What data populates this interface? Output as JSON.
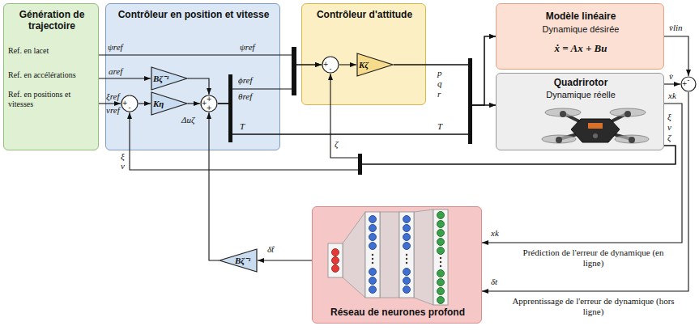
{
  "diagram": {
    "nodes": [
      {
        "text": [
          "Génération de trajectoire",
          "Ref. en lacet",
          "Ref. en accélérations",
          "Ref. en positions et vitesses"
        ]
      },
      {
        "text": [
          "Contrôleur en position et vitesse"
        ]
      },
      {
        "text": [
          "+",
          "-"
        ],
        "in": 1
      },
      {
        "text": [
          "Bζ⁻¹"
        ],
        "in": 1
      },
      {
        "text": [
          "Kη"
        ],
        "in": 1
      },
      {
        "text": [
          "+",
          "+",
          "+"
        ],
        "in": 1
      },
      {
        "text": [
          "Contrôleur d'attitude"
        ]
      },
      {
        "text": [
          "+",
          "-"
        ],
        "in": 6
      },
      {
        "text": [
          "Kζ"
        ],
        "in": 6
      },
      {
        "text": [
          "Modèle linéaire",
          "Dynamique désirée",
          "ẋ = Ax + Bu"
        ]
      },
      {
        "text": [
          "Quadrirotor",
          "Dynamique réelle"
        ]
      },
      {
        "text": [
          "+",
          "-"
        ]
      },
      {
        "text": [
          "Réseau de neurones profond"
        ]
      },
      {
        "text": [
          "Bζ⁻¹"
        ]
      }
    ],
    "edges": [
      {
        "from": 0,
        "to": 7,
        "arrow": "to"
      },
      {
        "from": 0,
        "to": 3,
        "arrow": "to"
      },
      {
        "from": 0,
        "to": 2,
        "arrow": "to"
      },
      {
        "from": 2,
        "to": 4,
        "arrow": "to"
      },
      {
        "from": 3,
        "to": 5,
        "arrow": "to"
      },
      {
        "from": 4,
        "to": 5,
        "arrow": "to"
      },
      {
        "from": 5,
        "to": 7,
        "arrow": "to"
      },
      {
        "from": 5,
        "to": 9,
        "arrow": "to"
      },
      {
        "from": 5,
        "to": 10,
        "arrow": "to"
      },
      {
        "from": 7,
        "to": 8,
        "arrow": "to"
      },
      {
        "from": 8,
        "to": 9,
        "arrow": "to"
      },
      {
        "from": 8,
        "to": 10,
        "arrow": "to"
      },
      {
        "from": 9,
        "to": 11,
        "arrow": "to"
      },
      {
        "from": 10,
        "to": 11,
        "arrow": "to"
      },
      {
        "from": 11,
        "to": 12,
        "arrow": "to"
      },
      {
        "from": 10,
        "to": 12,
        "arrow": "to"
      },
      {
        "from": 12,
        "to": 13,
        "arrow": "to"
      },
      {
        "from": 13,
        "to": 5,
        "arrow": "to"
      },
      {
        "from": 10,
        "to": 7,
        "arrow": "to"
      },
      {
        "from": 10,
        "to": 2,
        "arrow": "to"
      }
    ],
    "labels": [
      "ψref",
      "aref",
      "ξref",
      "vref",
      "Δuζ",
      "ψref",
      "ϕref",
      "θref",
      "T",
      "p",
      "q",
      "r",
      "T",
      "v̇lin",
      "v̇",
      "xk",
      "ξ",
      "v",
      "ζ",
      "ζ",
      "ξ",
      "v",
      "δ̂t",
      "xk",
      "δt",
      "Prédiction de l'erreur de dynamique (en ligne)",
      "Apprentissage de l'erreur de dynamique (hors ligne)"
    ]
  }
}
